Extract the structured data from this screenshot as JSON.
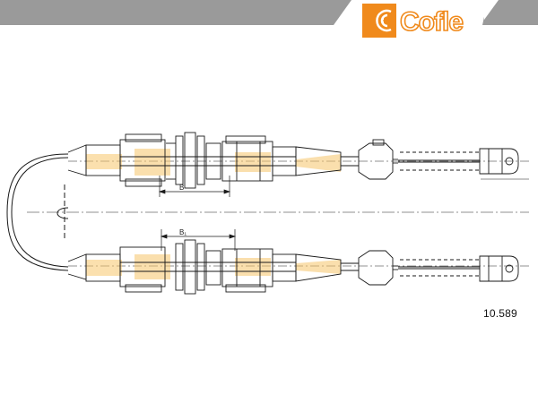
{
  "logo": {
    "text": "Cofle",
    "color": "#f08a1c",
    "banner_color": "#9a9a9a"
  },
  "drawing": {
    "part_number": "10.589",
    "dimension_labels": {
      "top": "B",
      "bottom": "B₁"
    },
    "accent_color": "#f3a21b",
    "line_color": "#1a1a1a"
  }
}
